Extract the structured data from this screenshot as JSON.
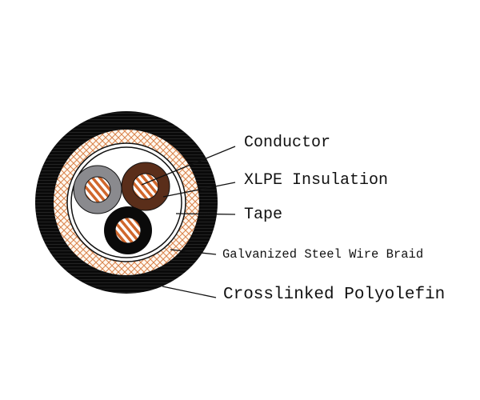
{
  "title": "Cable cross-section",
  "labels": {
    "conductor": "Conductor",
    "insulation": "XLPE Insulation",
    "tape": "Tape",
    "braid": "Galvanized Steel Wire Braid",
    "sheath": "Crosslinked Polyolefin"
  },
  "colors": {
    "sheath": "#0a0a0a",
    "braid": "#d9824a",
    "core_gray": "#8a8a8e",
    "core_brown": "#5a2e1a",
    "core_black": "#0a0a0a",
    "copper": "#d0672c"
  }
}
